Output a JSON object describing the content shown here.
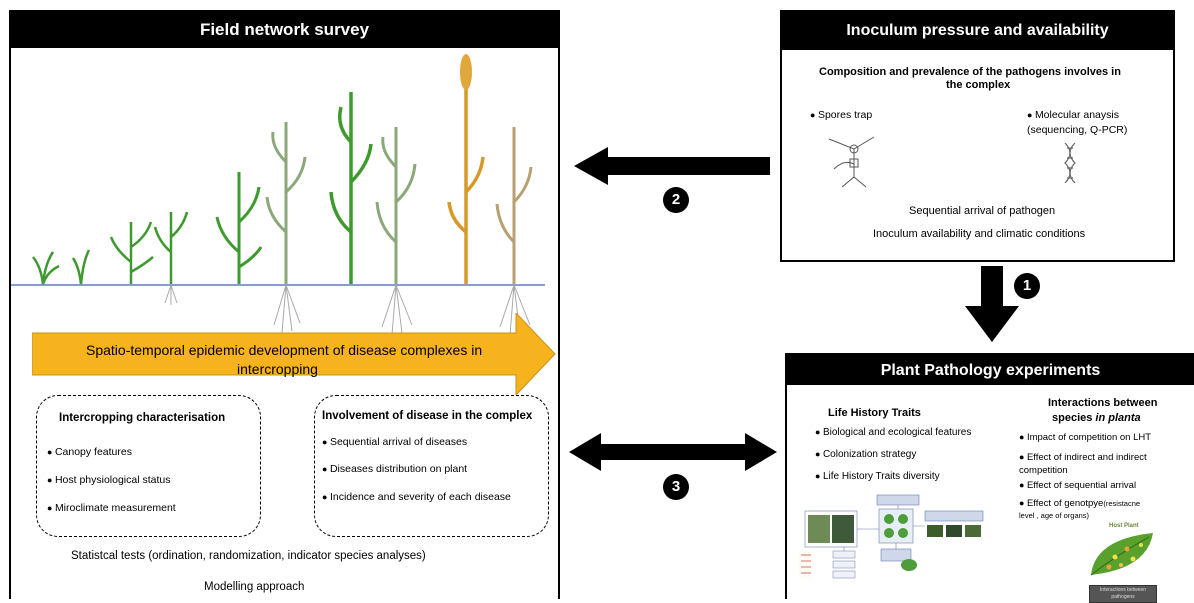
{
  "field": {
    "title": "Field network survey",
    "arrow_text_line1": "Spatio-temporal epidemic development of disease complexes in",
    "arrow_text_line2": "intercropping",
    "left_box": {
      "title": "Intercropping characterisation",
      "items": [
        "Canopy features",
        "Host physiological status",
        "Miroclimate measurement"
      ]
    },
    "right_box": {
      "title": "Involvement of disease in the complex",
      "items": [
        "Sequential arrival of diseases",
        "Diseases distribution on plant",
        "Incidence and severity of each disease"
      ]
    },
    "stats_text": "Statistcal tests (ordination, randomization, indicator species analyses)",
    "modelling_text": "Modelling approach"
  },
  "inoculum": {
    "title": "Inoculum pressure and availability",
    "heading_line1": "Composition and  prevalence of the pathogens involves  in",
    "heading_line2": "the complex",
    "spores_label": "Spores trap",
    "molecular_line1": "Molecular anaysis",
    "molecular_line2": "(sequencing, Q-PCR)",
    "sequential_text": "Sequential arrival of pathogen",
    "availability_text": "Inoculum availability and climatic conditions"
  },
  "pathology": {
    "title": "Plant Pathology experiments",
    "lht_title": "Life History Traits",
    "lht_items": [
      "Biological and ecological features",
      "Colonization strategy",
      "Life History Traits diversity"
    ],
    "inter_title_line1": "Interactions between",
    "inter_title_line2a": "species ",
    "inter_title_line2b": "in planta",
    "inter_items": [
      "Impact of competition on LHT",
      "Effect of indirect and indirect",
      "competition",
      "Effect of sequential arrival",
      "Effect of genotpye"
    ],
    "inter_small": "(resistacne",
    "inter_small2": "level , age of organs)",
    "host_plant": "Host Plant",
    "interactions_caption": "Interactions between pathogens"
  },
  "steps": [
    "1",
    "2",
    "3"
  ]
}
